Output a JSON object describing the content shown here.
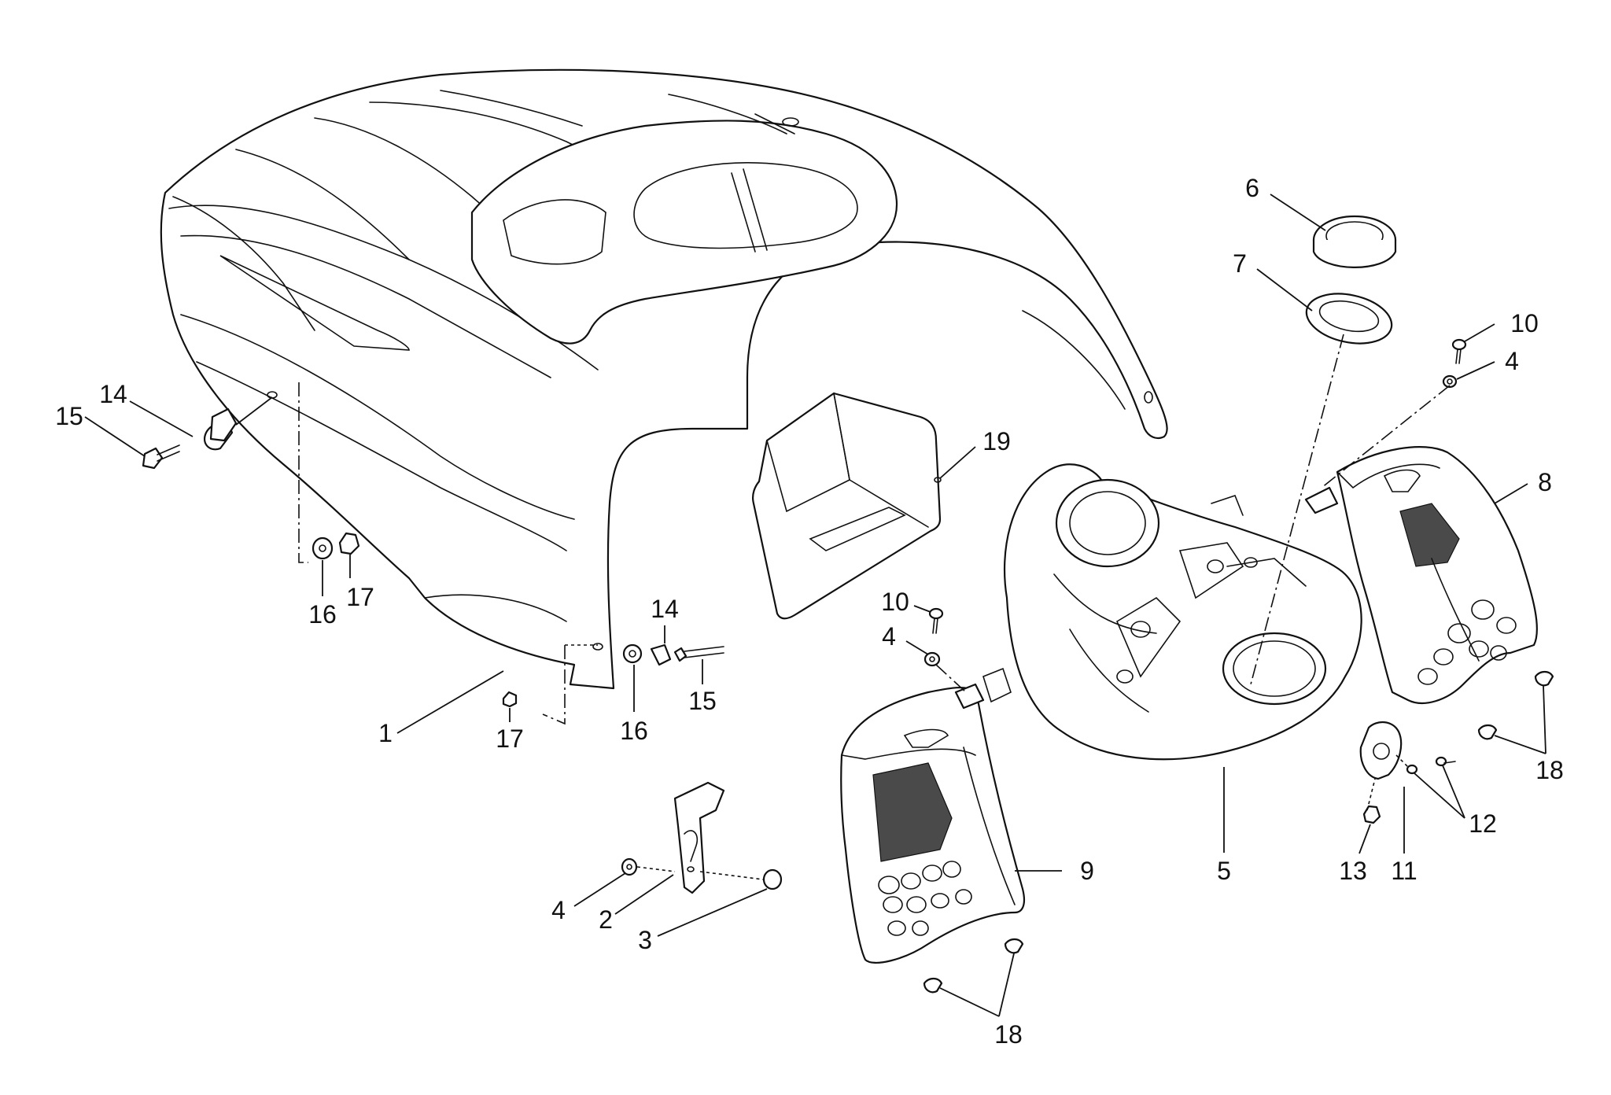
{
  "diagram": {
    "callouts": [
      {
        "id": "c1",
        "label": "1"
      },
      {
        "id": "c2",
        "label": "2"
      },
      {
        "id": "c3",
        "label": "3"
      },
      {
        "id": "c4a",
        "label": "4"
      },
      {
        "id": "c4b",
        "label": "4"
      },
      {
        "id": "c4c",
        "label": "4"
      },
      {
        "id": "c5",
        "label": "5"
      },
      {
        "id": "c6",
        "label": "6"
      },
      {
        "id": "c7",
        "label": "7"
      },
      {
        "id": "c8",
        "label": "8"
      },
      {
        "id": "c9",
        "label": "9"
      },
      {
        "id": "c10a",
        "label": "10"
      },
      {
        "id": "c10b",
        "label": "10"
      },
      {
        "id": "c11",
        "label": "11"
      },
      {
        "id": "c12",
        "label": "12"
      },
      {
        "id": "c13",
        "label": "13"
      },
      {
        "id": "c14a",
        "label": "14"
      },
      {
        "id": "c14b",
        "label": "14"
      },
      {
        "id": "c15a",
        "label": "15"
      },
      {
        "id": "c15b",
        "label": "15"
      },
      {
        "id": "c16a",
        "label": "16"
      },
      {
        "id": "c16b",
        "label": "16"
      },
      {
        "id": "c17a",
        "label": "17"
      },
      {
        "id": "c17b",
        "label": "17"
      },
      {
        "id": "c18a",
        "label": "18"
      },
      {
        "id": "c18b",
        "label": "18"
      },
      {
        "id": "c19",
        "label": "19"
      }
    ]
  },
  "colors": {
    "line": "#111111",
    "background": "#ffffff",
    "mesh": "#4a4a4a"
  }
}
